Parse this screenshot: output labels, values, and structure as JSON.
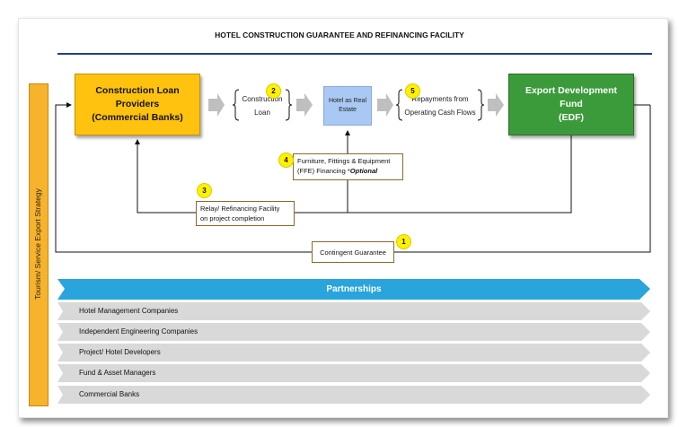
{
  "title": "HOTEL CONSTRUCTION GUARANTEE AND REFINANCING FACILITY",
  "side_label": "Tourism/ Service Export Strategy",
  "nodes": {
    "construction_lenders": [
      "Construction Loan",
      "Providers",
      "(Commercial Banks)"
    ],
    "edf": [
      "Export Development Fund",
      "(EDF)"
    ],
    "hotel": [
      "Hotel as Real",
      "Estate"
    ],
    "construction_loan": [
      "Construction",
      "Loan"
    ],
    "repayments": [
      "Repayments from",
      "Operating Cash Flows"
    ],
    "ffe": [
      "Furniture, Fittings & Equipment",
      "(FFE) Financing *"
    ],
    "ffe_optional": "Optional",
    "relay": [
      "Relay/ Refinancing Facility",
      "on project completion"
    ],
    "guarantee": "Contingent Guarantee"
  },
  "step_numbers": {
    "guarantee": "1",
    "construction_loan": "2",
    "relay": "3",
    "ffe": "4",
    "repayments": "5"
  },
  "partnerships": {
    "header": "Partnerships",
    "rows": [
      "Hotel Management Companies",
      "Independent Engineering Companies",
      "Project/ Hotel Developers",
      "Fund & Asset Managers",
      "Commercial Banks"
    ]
  },
  "colors": {
    "lender_box": "#ffc20e",
    "edf_box": "#3b9b3a",
    "hotel_box": "#a9c8f3",
    "strategy_bar": "#f7b32b",
    "partnerships_header": "#2aa4dc",
    "partner_rows": "#d9d9d9",
    "step_badge": "#fff200",
    "title_rule": "#1f3f8f",
    "flow_arrow": "#bfbfbf"
  }
}
